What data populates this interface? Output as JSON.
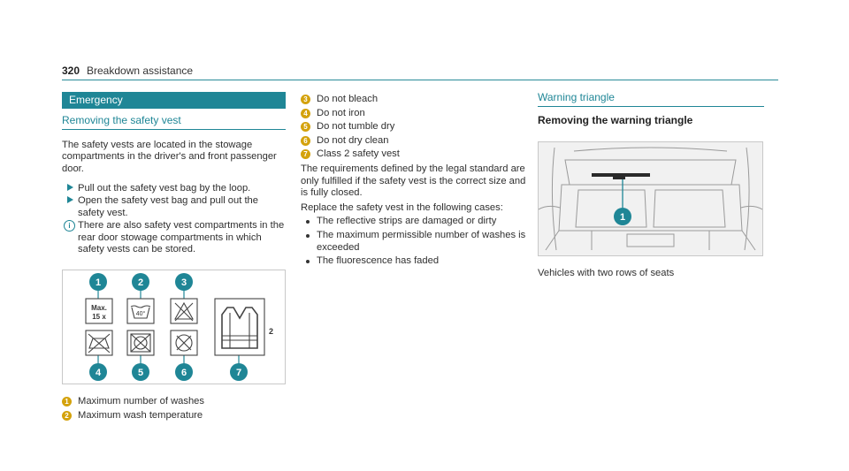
{
  "header": {
    "page_number": "320",
    "page_title": "Breakdown assistance"
  },
  "col1": {
    "section": "Emergency",
    "subheading": "Removing the safety vest",
    "intro": "The safety vests are located in the stowage compartments in the driver's and front passenger door.",
    "steps": [
      "Pull out the safety vest bag by the loop.",
      "Open the safety vest bag and pull out the safety vest."
    ],
    "info": "There are also safety vest compartments in the rear door stowage compartments in which safety vests can be stored.",
    "figure": {
      "label_max": "Max.",
      "label_count": "15 x",
      "label_temp": "40°",
      "label_class": "2",
      "callouts": [
        "1",
        "2",
        "3",
        "4",
        "5",
        "6",
        "7"
      ]
    },
    "legend": [
      {
        "num": "1",
        "text": "Maximum number of washes"
      },
      {
        "num": "2",
        "text": "Maximum wash temperature"
      }
    ]
  },
  "col2": {
    "legend": [
      {
        "num": "3",
        "text": "Do not bleach"
      },
      {
        "num": "4",
        "text": "Do not iron"
      },
      {
        "num": "5",
        "text": "Do not tumble dry"
      },
      {
        "num": "6",
        "text": "Do not dry clean"
      },
      {
        "num": "7",
        "text": "Class 2 safety vest"
      }
    ],
    "para1": "The requirements defined by the legal standard are only fulfilled if the safety vest is the correct size and is fully closed.",
    "para2": "Replace the safety vest in the following cases:",
    "bullets": [
      "The reflective strips are damaged or dirty",
      "The maximum permissible number of washes is exceeded",
      "The fluorescence has faded"
    ]
  },
  "col3": {
    "subheading": "Warning triangle",
    "bold_heading": "Removing the warning triangle",
    "figure": {
      "callout": "1"
    },
    "caption": "Vehicles with two rows of seats"
  },
  "colors": {
    "accent": "#1f8696",
    "callout": "#1f8696",
    "badge": "#d4a20c"
  }
}
